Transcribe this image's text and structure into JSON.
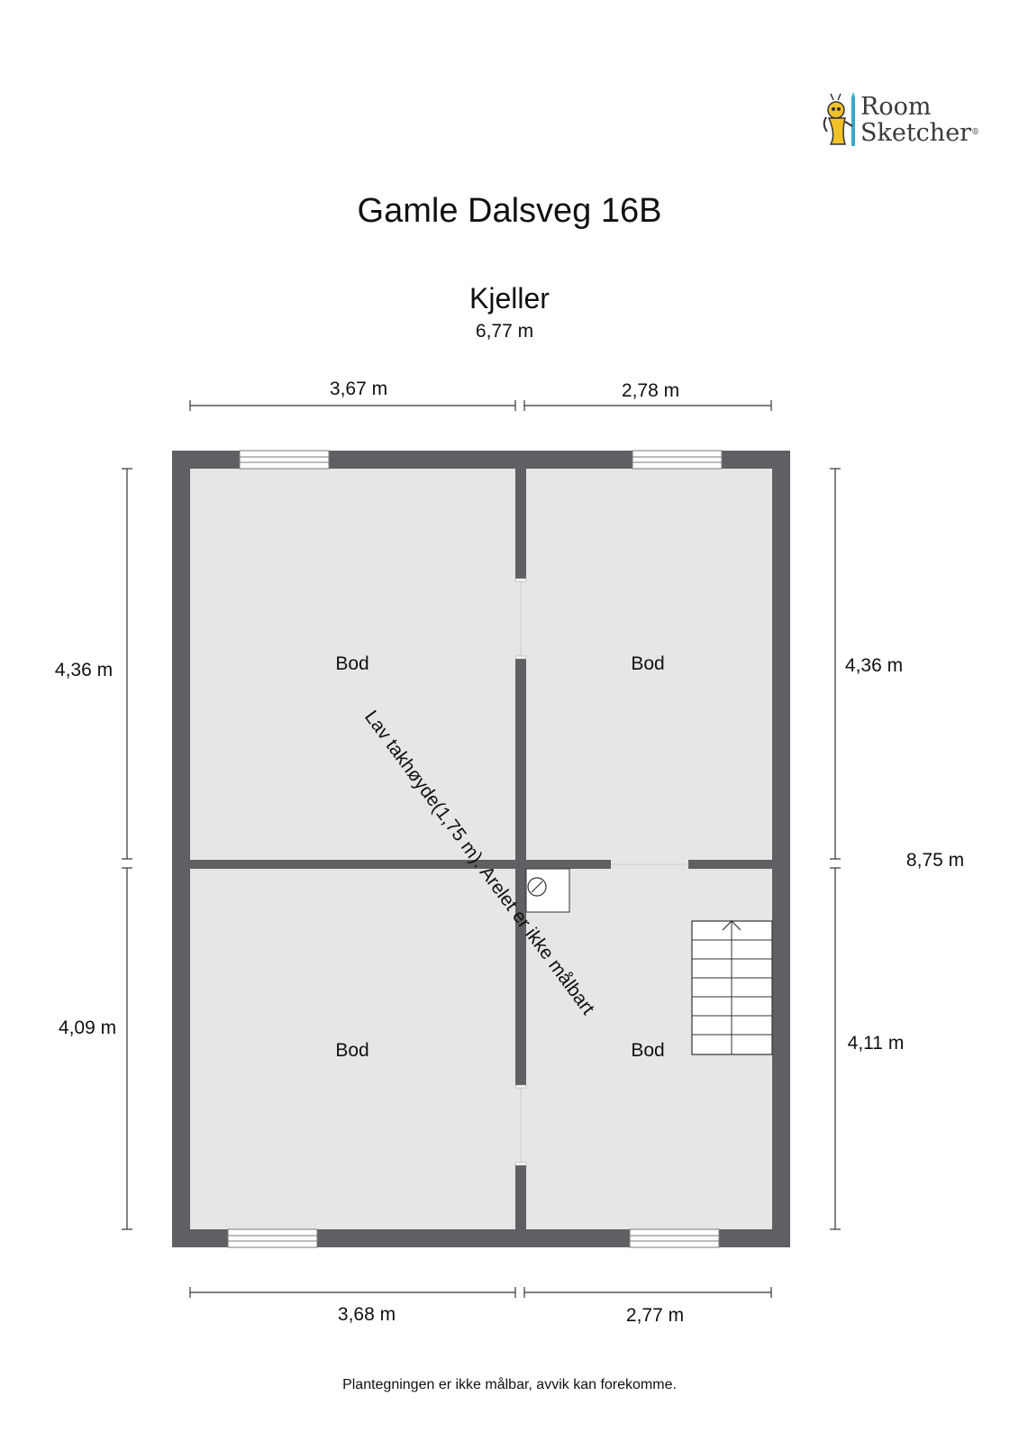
{
  "title": "Gamle Dalsveg 16B",
  "floor": "Kjeller",
  "logo": {
    "line1": "Room",
    "line2": "Sketcher",
    "mark": "®",
    "icon": "roomsketcher-mascot-icon"
  },
  "dimensions": {
    "total_width": "6,77 m",
    "top_left": "3,67 m",
    "top_right": "2,78 m",
    "bottom_left": "3,68 m",
    "bottom_right": "2,77 m",
    "left_top": "4,36 m",
    "left_bottom": "4,09 m",
    "right_top": "4,36 m",
    "right_bottom": "4,11 m",
    "total_height": "8,75 m"
  },
  "rooms": [
    {
      "label": "Bod"
    },
    {
      "label": "Bod"
    },
    {
      "label": "Bod"
    },
    {
      "label": "Bod"
    }
  ],
  "annotation": "Lav takhøyde(1,75 m). Arelet er ikke målbart",
  "footer": "Plantegningen er ikke målbar, avvik kan forekomme.",
  "colors": {
    "wall": "#5f6063",
    "floor": "#e6e6e6",
    "dimension_line": "#333333",
    "logo_yellow": "#f2c22a",
    "logo_blue": "#3aa8c8"
  }
}
